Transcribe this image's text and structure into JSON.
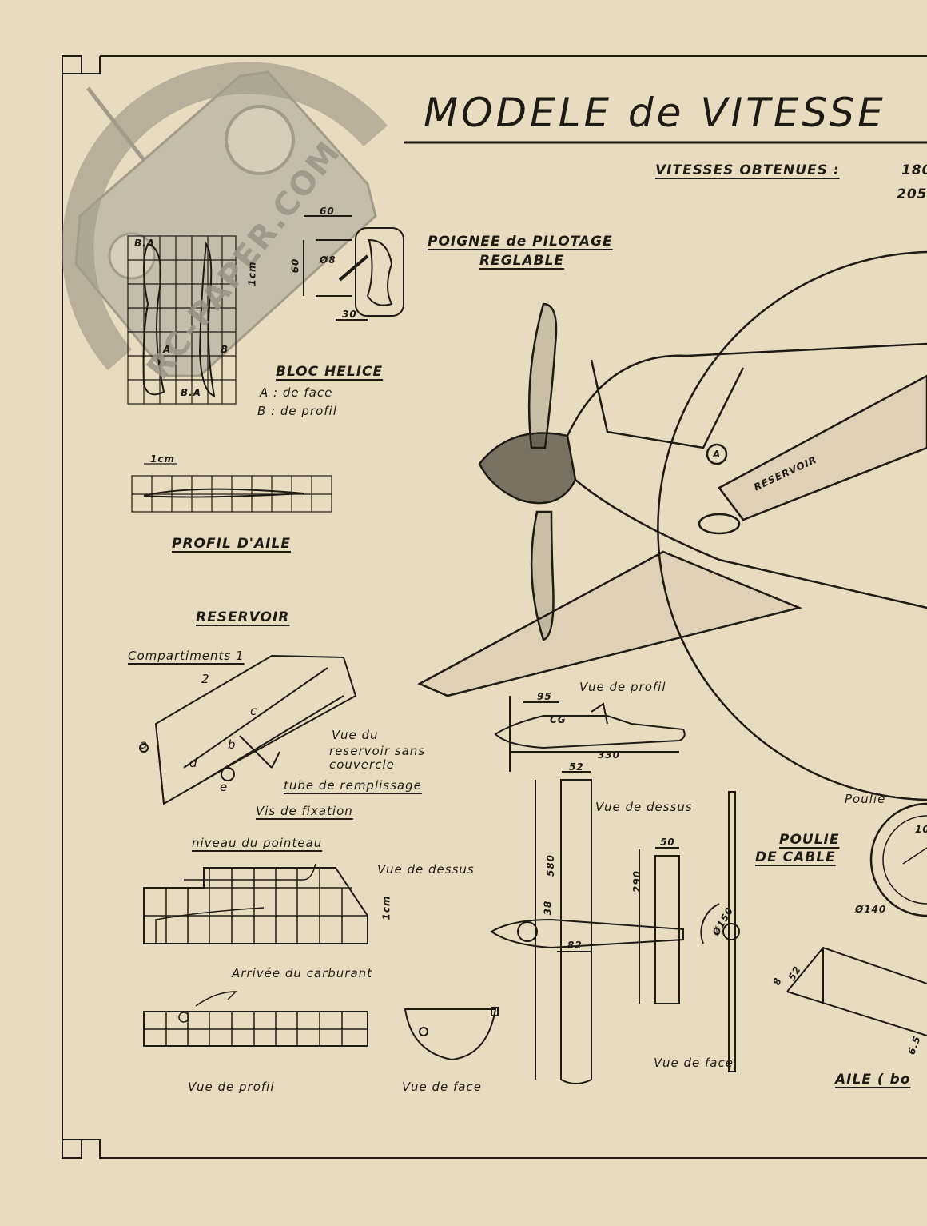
{
  "title": "MODELE de VITESSE",
  "watermark": "RC-PAPER.COM",
  "speeds": {
    "label": "VITESSES OBTENUES :",
    "value1": "180",
    "value2": "205"
  },
  "handle": {
    "title": "POIGNEE de PILOTAGE",
    "subtitle": "REGLABLE",
    "dims": [
      "60",
      "60",
      "Ø8",
      "30",
      "1cm"
    ]
  },
  "propeller": {
    "title": "BLOC HELICE",
    "line_a": "A :  de  face",
    "line_b": "B :  de  profil",
    "marks": [
      "B.A",
      "A",
      "B",
      "B.A"
    ]
  },
  "wing_profile": {
    "title": "PROFIL D'AILE",
    "scale": "1cm"
  },
  "tank": {
    "title": "RESERVOIR",
    "compartments": "Compartiments 1",
    "num2": "2",
    "view_desc_1": "Vue du",
    "view_desc_2": "reservoir sans",
    "view_desc_3": "couvercle",
    "fill_tube": "tube de remplissage",
    "screw": "Vis  de fixation",
    "letters": [
      "a",
      "c",
      "d",
      "b",
      "e"
    ],
    "needle_level": "niveau du pointeau",
    "top_view": "Vue de dessus",
    "fuel_inlet": "Arrivée du carburant",
    "profile_view": "Vue  de  profil",
    "front_view": "Vue de face",
    "scale": "1cm"
  },
  "plane_views": {
    "profile_title": "Vue de profil",
    "profile_dims": [
      "95",
      "CG",
      "330"
    ],
    "top_title": "Vue de dessus",
    "top_dims": [
      "52",
      "580",
      "38",
      "82"
    ],
    "tail_dims": [
      "50",
      "290"
    ],
    "front_title": "Vue de face"
  },
  "pulley": {
    "title": "POULIE",
    "subtitle": "DE CABLE",
    "label": "Poulie",
    "dims": [
      "Ø150",
      "Ø140",
      "10"
    ]
  },
  "wing": {
    "title": "AILE ( bo",
    "dims": [
      "8",
      "52",
      "6.5"
    ]
  },
  "engine_label": "RESERVOIR",
  "marker": "A",
  "colors": {
    "paper": "#e8dcc0",
    "ink": "#1e1a14",
    "watermark": "#9a9588"
  }
}
